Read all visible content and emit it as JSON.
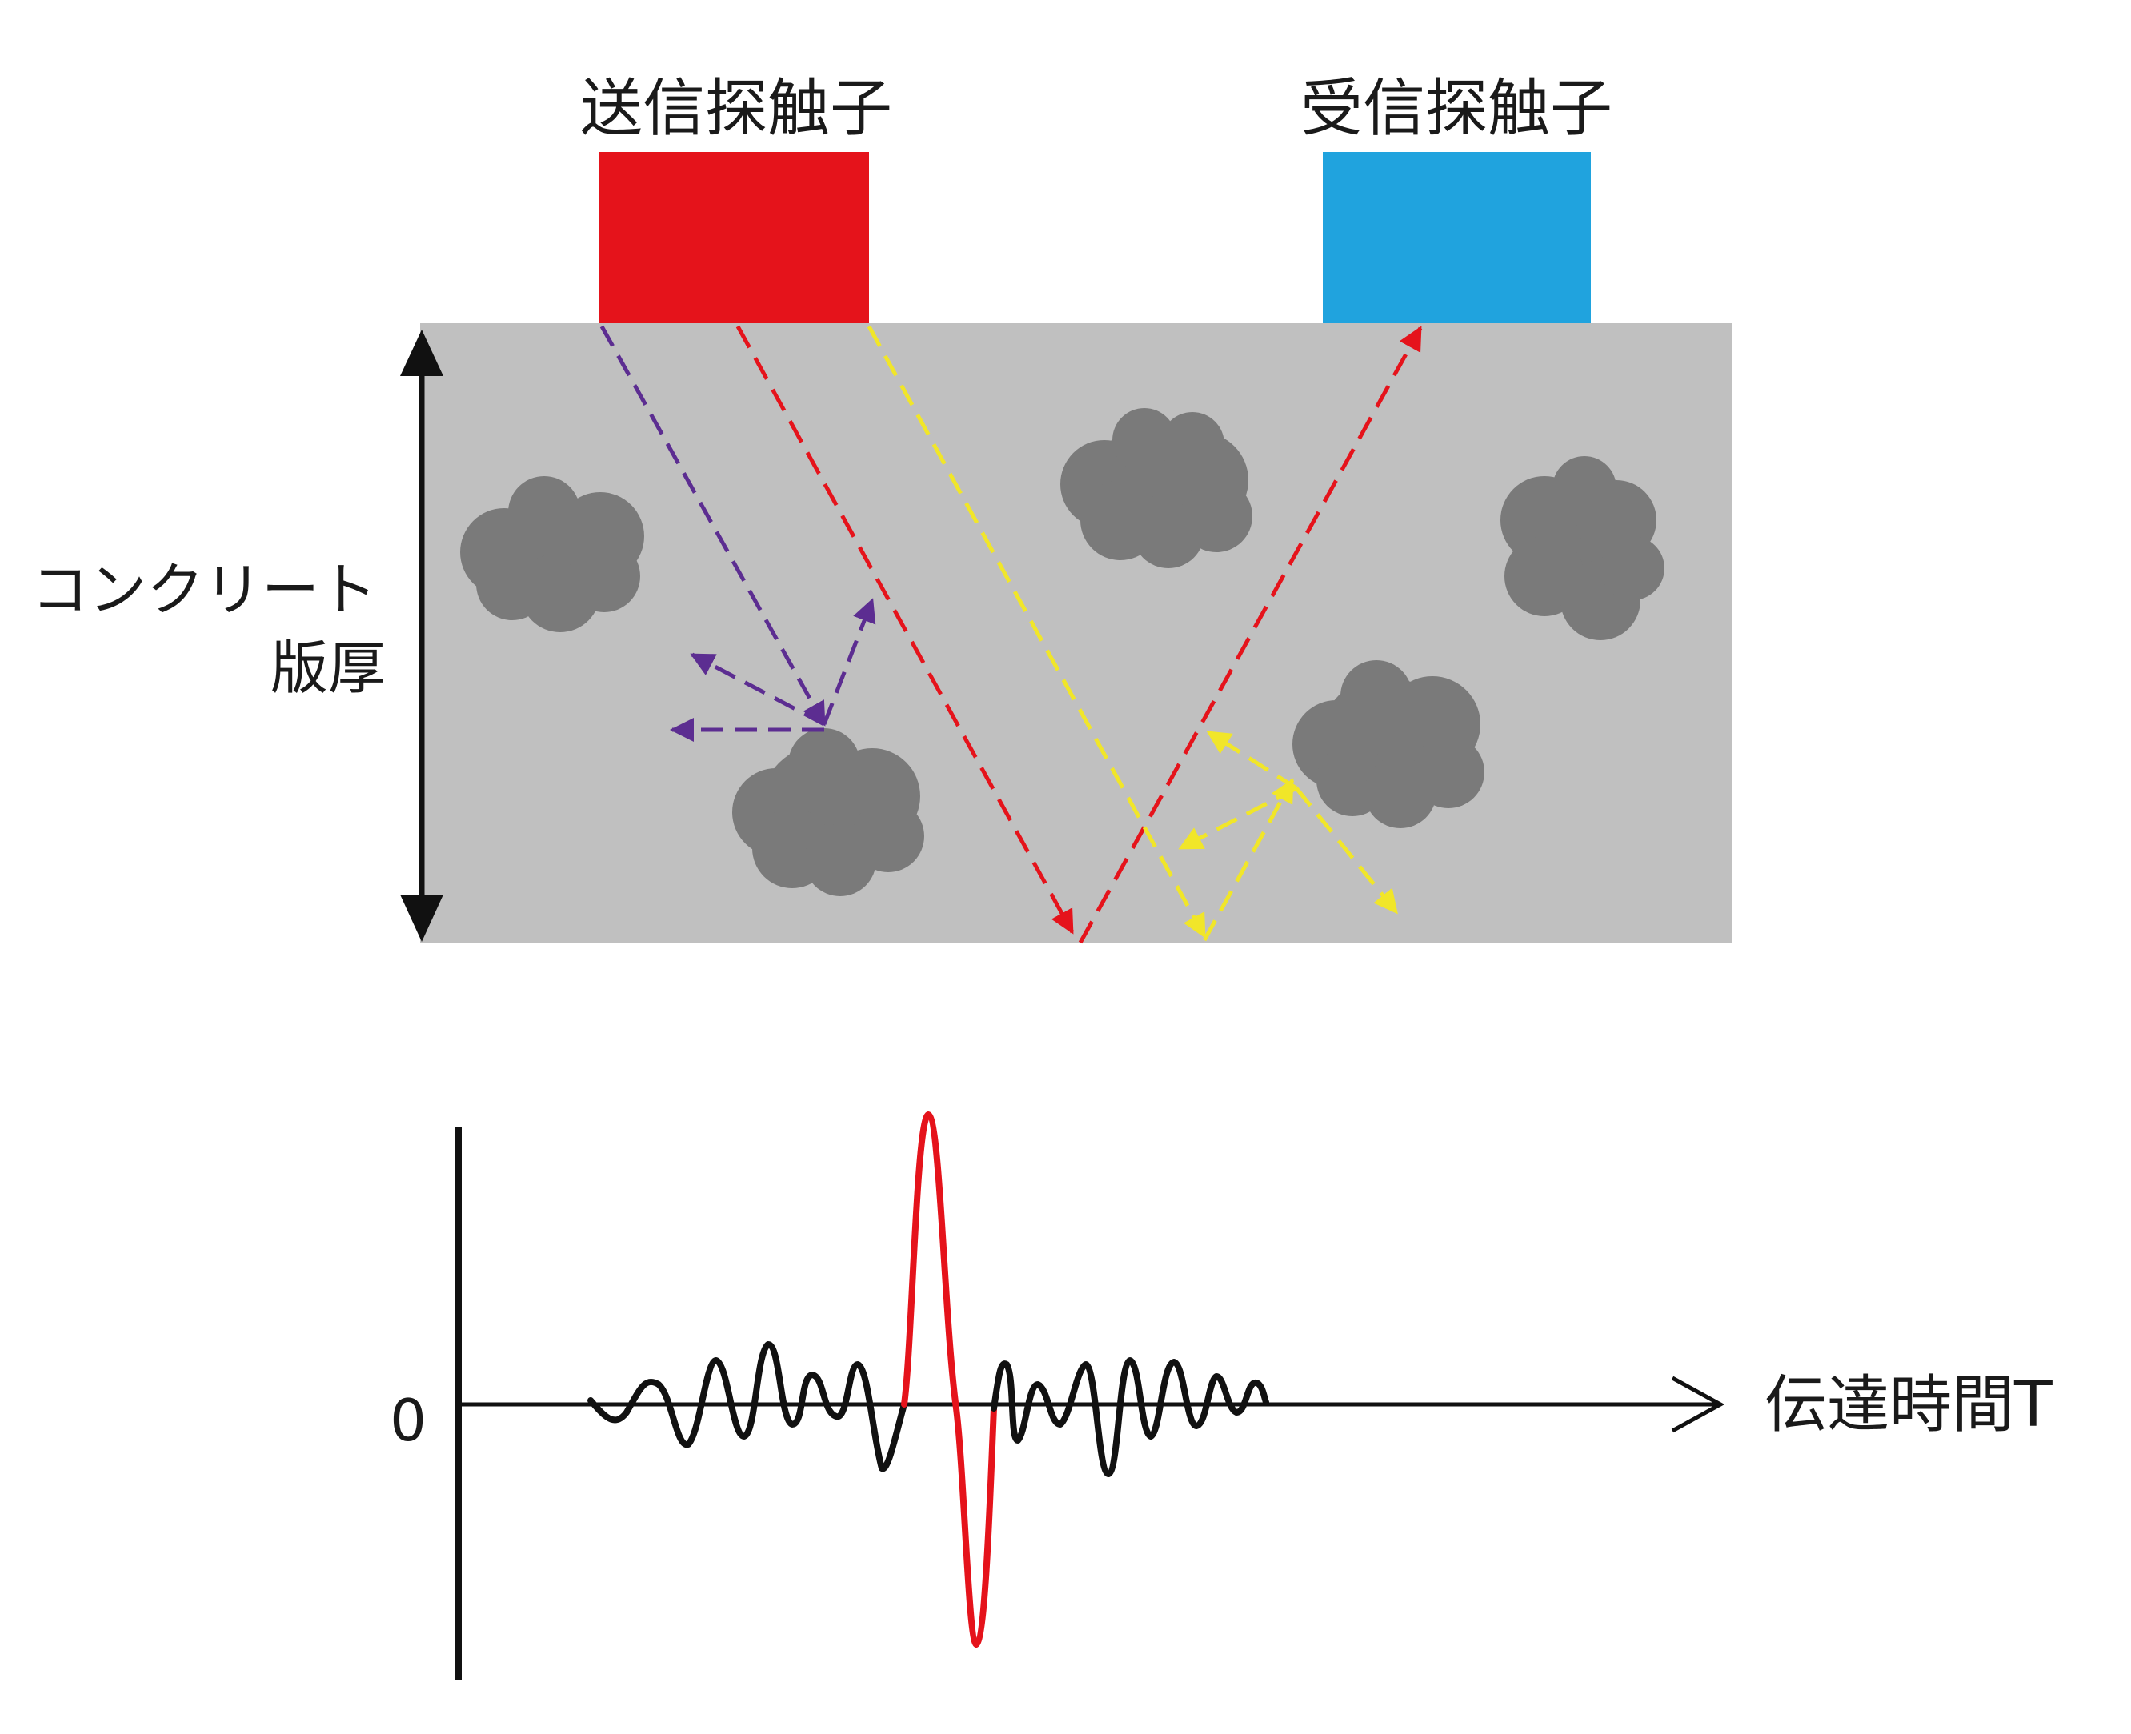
{
  "probes": {
    "transmitter": {
      "label": "送信探触子",
      "color": "#e5131b"
    },
    "receiver": {
      "label": "受信探触子",
      "color": "#20a3de"
    }
  },
  "slab": {
    "label_line1": "コンクリート",
    "label_line2": "版厚",
    "color": "#c0c0c0",
    "aggregate_color": "#7a7a7a"
  },
  "rays": {
    "scattered_color": "#5c2d91",
    "main_color": "#e5131b",
    "secondary_color": "#f1e629"
  },
  "waveform": {
    "origin_label": "0",
    "x_axis_label": "伝達時間T",
    "noise_color": "#111111",
    "echo_color": "#e5131b"
  }
}
